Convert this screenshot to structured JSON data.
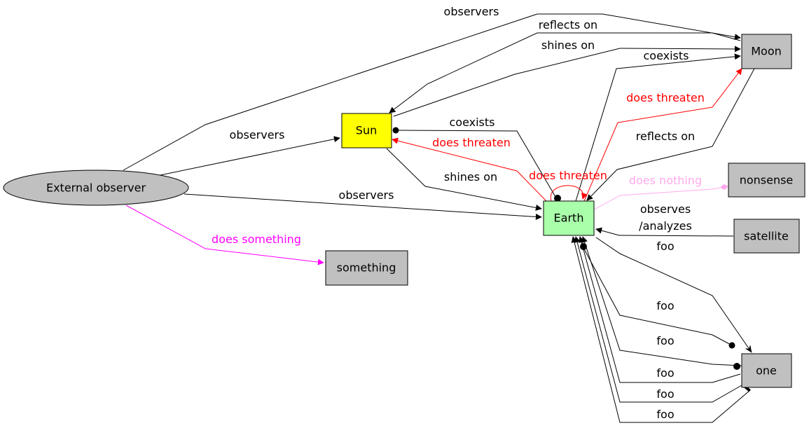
{
  "colors": {
    "black": "#000000",
    "red": "#ff0000",
    "magenta": "#ff00ff",
    "pink": "#ffaaee",
    "sun_fill": "#ffff00",
    "earth_fill": "#aaffaa",
    "gray_fill": "#c0c0c0"
  },
  "nodes": {
    "external": "External observer",
    "sun": "Sun",
    "earth": "Earth",
    "moon": "Moon",
    "nonsense": "nonsense",
    "satellite": "satellite",
    "something": "something",
    "one": "one"
  },
  "edges": {
    "ext_moon": "observers",
    "moon_sun": "reflects on",
    "sun_moon": "shines on",
    "earth_moon": "coexists",
    "ext_sun": "observers",
    "earth_sun_coexists": "coexists",
    "earth_sun_threaten": "does threaten",
    "earth_moon_threaten": "does threaten",
    "earth_moon_reflects": "reflects on",
    "sun_earth": "shines on",
    "earth_self": "does threaten",
    "nonsense_earth": "does nothing",
    "ext_earth": "observers",
    "satellite_earth_1": "observes",
    "satellite_earth_2": "/analyzes",
    "ext_something": "does something",
    "foo_1": "foo",
    "foo_2": "foo",
    "foo_3": "foo",
    "foo_4": "foo",
    "foo_5": "foo",
    "foo_6": "foo"
  }
}
